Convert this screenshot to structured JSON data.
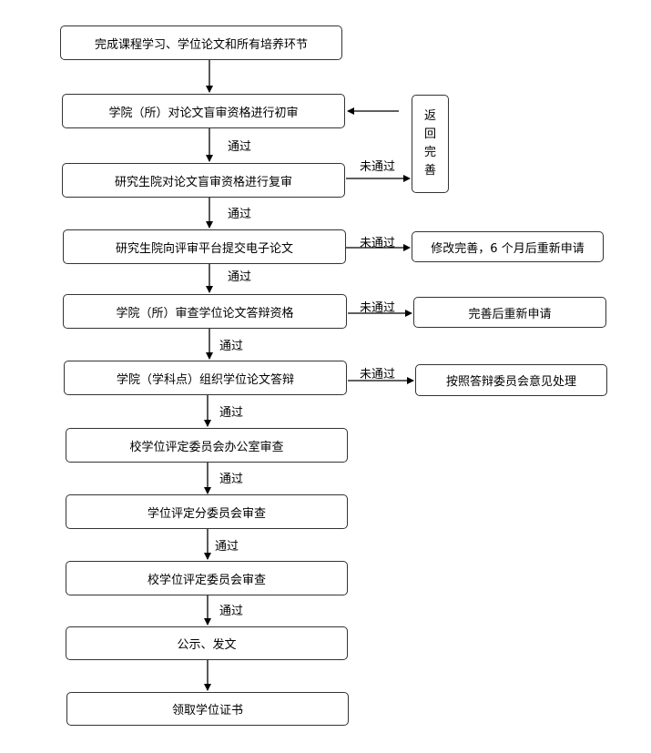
{
  "steps": {
    "s1": "完成课程学习、学位论文和所有培养环节",
    "s2": "学院（所）对论文盲审资格进行初审",
    "s3": "研究生院对论文盲审资格进行复审",
    "s4": "研究生院向评审平台提交电子论文",
    "s5": "学院（所）审查学位论文答辩资格",
    "s6": "学院（学科点）组织学位论文答辩",
    "s7": "校学位评定委员会办公室审查",
    "s8": "学位评定分委员会审查",
    "s9": "校学位评定委员会审查",
    "s10": "公示、发文",
    "s11": "领取学位证书"
  },
  "side": {
    "return_chars": [
      "返",
      "回",
      "完",
      "善"
    ],
    "revise6": "修改完善，6 个月后重新申请",
    "reapply": "完善后重新申请",
    "handle": "按照答辩委员会意见处理"
  },
  "labels": {
    "pass": "通过",
    "fail": "未通过"
  }
}
